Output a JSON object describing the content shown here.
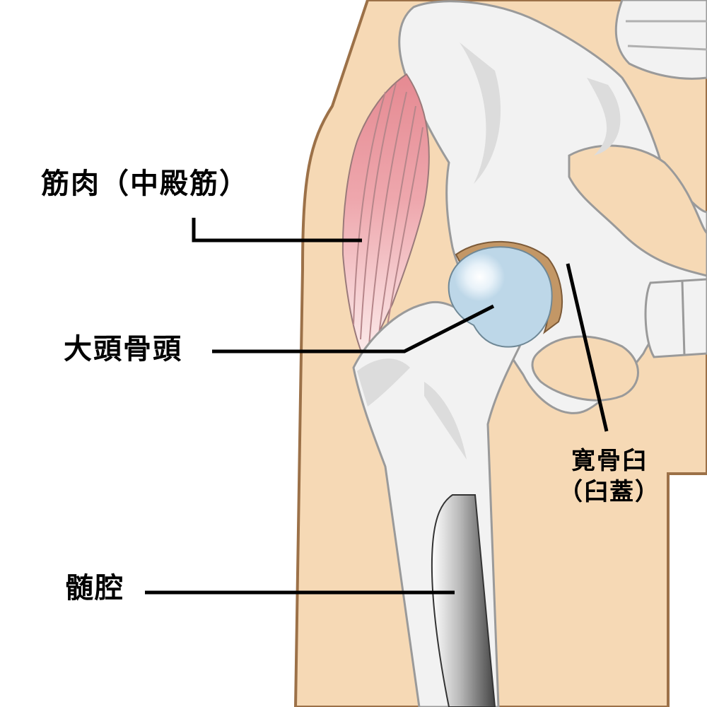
{
  "labels": {
    "muscle": "筋肉（中殿筋）",
    "femoral_head": "大頭骨頭",
    "marrow_cavity": "髄腔",
    "acetabulum_line1": "寛骨臼",
    "acetabulum_line2": "（臼蓋）"
  },
  "colors": {
    "skin": "#f6d9b5",
    "skin_outline": "#9c7148",
    "bone": "#f2f2f2",
    "bone_shadow": "#dcdcdc",
    "muscle": "#e58a92",
    "femoral_head": "#bdd7e8",
    "acetabular_rim": "#c39766",
    "marrow": "#555555",
    "leader_line": "#000000"
  },
  "icons": [
    "hip-joint-illustration"
  ]
}
